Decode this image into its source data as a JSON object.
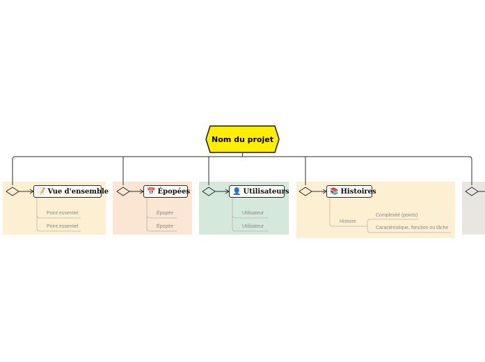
{
  "root": {
    "label": "Nom du projet",
    "fill": "#ffee00"
  },
  "colors": {
    "band_overview": "#fdf0d2",
    "band_epics": "#fbe6d4",
    "band_users": "#d5e8dc",
    "band_stories": "#fdf0d2",
    "band_extra": "#e8e6e1",
    "line": "#2b2b2b",
    "sub_line": "#b9b3a6"
  },
  "branches": [
    {
      "id": "overview",
      "icon": "memo-icon",
      "glyph": "📝",
      "label": "Vue d'ensemble",
      "items": [
        "Point essentiel",
        "Point essentiel"
      ]
    },
    {
      "id": "epics",
      "icon": "calendar-icon",
      "glyph": "📅",
      "label": "Épopées",
      "items": [
        "Épopée",
        "Épopée"
      ]
    },
    {
      "id": "users",
      "icon": "user-icon",
      "glyph": "👤",
      "label": "Utilisateurs",
      "items": [
        "Utilisateur",
        "Utilisateur"
      ]
    },
    {
      "id": "stories",
      "icon": "book-icon",
      "glyph": "📚",
      "label": "Histoires",
      "story": "Histoire",
      "items": [
        "Complexité (points)",
        "Caractéristique, fonction ou tâche"
      ]
    }
  ]
}
